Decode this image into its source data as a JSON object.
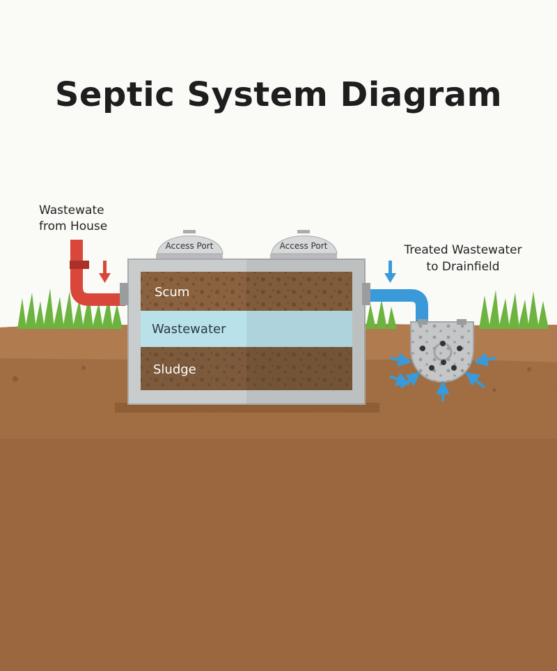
{
  "title": "Septic System Diagram",
  "labels": {
    "inflow_line1": "Wastewate",
    "inflow_line2": "from House",
    "outflow_line1": "Treated Wastewater",
    "outflow_line2": "to Drainfield",
    "access_port_left": "Access Port",
    "access_port_right": "Access Port",
    "scum": "Scum",
    "wastewater": "Wastewater",
    "sludge": "Sludge"
  },
  "colors": {
    "inflow_pipe": "#d9473a",
    "outflow_pipe": "#3a9ad9",
    "soil": "#a16d42",
    "grass": "#6cb33f",
    "scum": "#8a623f",
    "wastewater": "#b9e1ea",
    "sludge": "#7c5a3b",
    "tank": "#c9cccd"
  }
}
